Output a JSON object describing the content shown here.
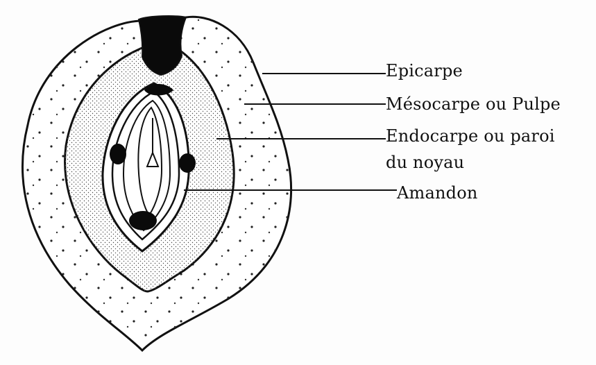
{
  "diagram": {
    "labels": {
      "epicarpe": "Epicarpe",
      "mesocarpe": "Mésocarpe  ou Pulpe",
      "endocarpe_line1": "Endocarpe  ou paroi",
      "endocarpe_line2": "du noyau",
      "amandon": "Amandon"
    }
  }
}
